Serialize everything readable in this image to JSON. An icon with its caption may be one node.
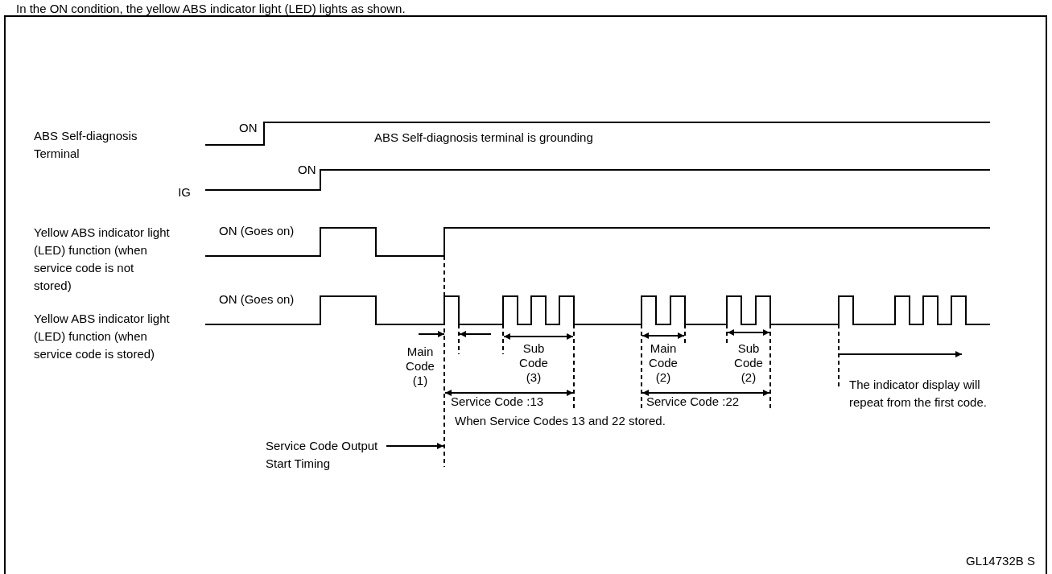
{
  "diagram": {
    "nodes": [
      {
        "text": [
          "Service Code Output Start Timing"
        ]
      },
      {
        "text": [],
        "shape": "line"
      }
    ],
    "edges": [
      {
        "from": 0,
        "to": 1,
        "arrow": "to"
      }
    ],
    "labels": [
      "In the ON condition, the yellow ABS indicator light (LED) lights as shown.",
      "ON",
      "ABS Self-diagnosis Terminal",
      "ABS Self-diagnosis terminal is grounding",
      "ON",
      "IG",
      "Yellow ABS indicator light (LED) function (when service code is not stored)",
      "ON (Goes on)",
      "ON (Goes on)",
      "Yellow ABS indicator light (LED) function (when service code is stored)",
      "Main Code (1)",
      "Sub Code (3)",
      "Main Code (2)",
      "Sub Code (2)",
      "Service Code :13",
      "Service Code :22",
      "When Service Codes 13 and 22 stored.",
      "The indicator display will repeat from the first code.",
      "GL14732B S"
    ]
  }
}
